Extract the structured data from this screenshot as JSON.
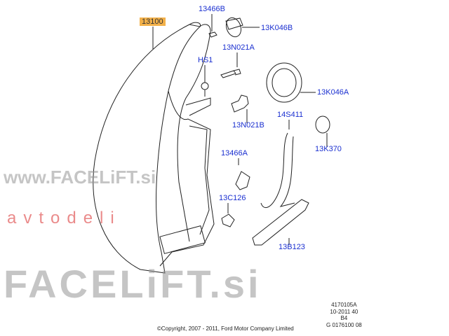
{
  "diagram": {
    "main_part": "13100",
    "parts": {
      "p13466B": "13466B",
      "p13K046B": "13K046B",
      "p13N021A": "13N021A",
      "pHS1": "HS1",
      "p13K046A": "13K046A",
      "p14S411": "14S411",
      "p13N021B": "13N021B",
      "p13K370": "13K370",
      "p13466A": "13466A",
      "p13C126": "13C126",
      "p13B123": "13B123"
    },
    "reference": [
      "4170105A",
      "10-2011 40",
      "B4",
      "G 0176100 08"
    ],
    "copyright": "©Copyright, 2007 - 2011, Ford Motor Company Limited"
  },
  "watermark": {
    "brand": "FACELiFT.si",
    "sub": "avtodeli",
    "bottom": "www.FACELiFT.si"
  },
  "colors": {
    "label": "#1a2fd0",
    "main_label_bg": "#f3b14a"
  }
}
